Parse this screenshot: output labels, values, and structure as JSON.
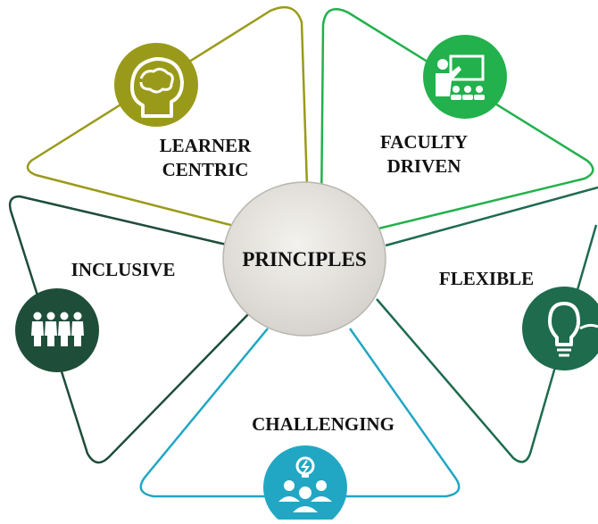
{
  "diagram": {
    "center": {
      "label": "PRINCIPLES"
    },
    "sections": [
      {
        "id": "learner-centric",
        "lines": [
          "LEARNER",
          "CENTRIC"
        ],
        "color": "#9a9a1a",
        "icon": "head-brain-icon"
      },
      {
        "id": "faculty-driven",
        "lines": [
          "FACULTY",
          "DRIVEN"
        ],
        "color": "#22b14c",
        "icon": "teacher-classroom-icon"
      },
      {
        "id": "flexible",
        "lines": [
          "FLEXIBLE"
        ],
        "color": "#1e6b4e",
        "icon": "lightbulb-icon"
      },
      {
        "id": "challenging",
        "lines": [
          "CHALLENGING"
        ],
        "color": "#21a7c3",
        "icon": "team-idea-icon"
      },
      {
        "id": "inclusive",
        "lines": [
          "INCLUSIVE"
        ],
        "color": "#1e4d3a",
        "icon": "people-group-icon"
      }
    ]
  }
}
